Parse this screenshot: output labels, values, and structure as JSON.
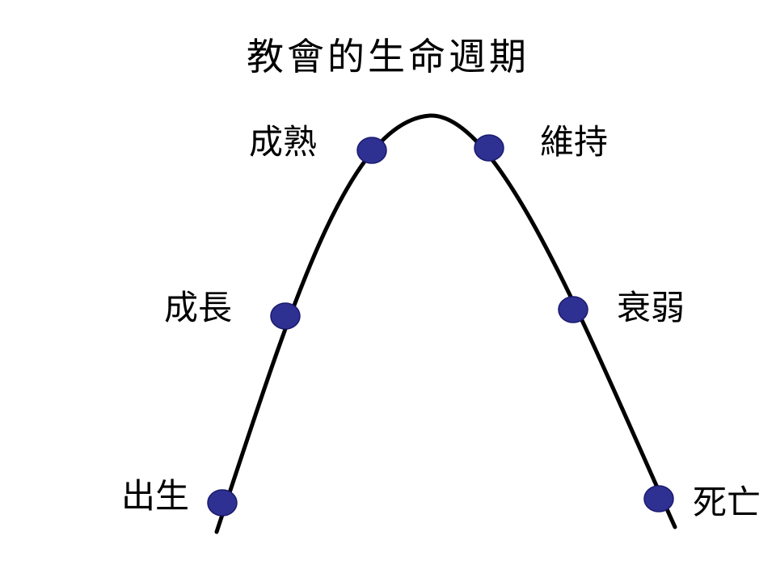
{
  "title": "教會的生命週期",
  "colors": {
    "curve": "#000000",
    "node_fill": "#2e3192",
    "node_stroke": "#1a1a6e",
    "label": "#000000"
  },
  "stages": [
    {
      "id": "birth",
      "label": "出生"
    },
    {
      "id": "growth",
      "label": "成長"
    },
    {
      "id": "maturity",
      "label": "成熟"
    },
    {
      "id": "maintenance",
      "label": "維持"
    },
    {
      "id": "decline",
      "label": "衰弱"
    },
    {
      "id": "death",
      "label": "死亡"
    }
  ]
}
